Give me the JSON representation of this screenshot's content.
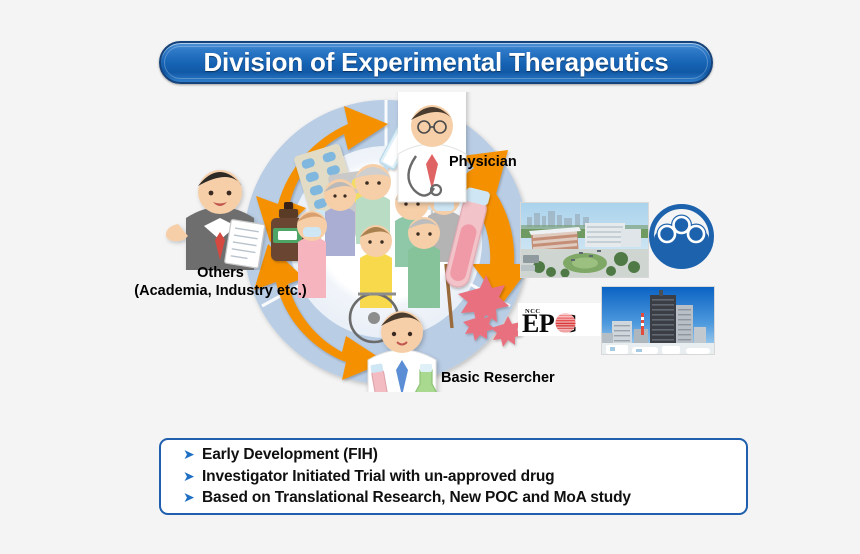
{
  "slide": {
    "background_color": "#f4f4f4",
    "title": "Division of Experimental Therapeutics",
    "title_banner_color": "#1663b4",
    "title_border_color": "#15427a",
    "title_text_color": "#ffffff"
  },
  "diagram": {
    "name": "translational-research-cycle",
    "ring_color": "#b9cde5",
    "ring_inner_color": "#ffffff",
    "arrow_color": "#f59105",
    "arrows": [
      {
        "name": "arrow-others-to-physician",
        "position": "top-left"
      },
      {
        "name": "arrow-physician-to-researcher",
        "position": "right"
      },
      {
        "name": "arrow-researcher-to-others",
        "position": "bottom-left"
      }
    ],
    "labels": {
      "physician": "Physician",
      "researcher": "Basic Resercher",
      "others_line1": "Others",
      "others_line2": "(Academia, Industry etc.)"
    },
    "center_illustration": "group-of-elderly-patients-with-wheelchair-iv-stands-blood-tube-and-virus-cells",
    "medicine_items": "pill-blister-packs-syringe-and-medicine-bottle"
  },
  "media": {
    "hospital_photo": {
      "name": "hospital-campus-aerial-photo",
      "alt": "Aerial view of hospital campus with blue sky and green trees"
    },
    "tower_photo": {
      "name": "research-tower-building-photo",
      "alt": "Tall dark high-rise building against deep blue sky"
    },
    "ncc_logo": {
      "name": "ncc-three-circle-logo",
      "color": "#1c62ad",
      "alt": "Blue circular logo with three interlocking rings"
    },
    "epoc_logo": {
      "name": "ncc-epoc-logo",
      "small_text": "NCC",
      "wordmark": "EP C",
      "letters": [
        "E",
        "P",
        "O",
        "C"
      ],
      "sun_color": "#e02020",
      "text_color": "#0a0a0a"
    }
  },
  "bullets": {
    "border_color": "#1f5fae",
    "marker_color": "#1f6fc4",
    "marker_glyph": "➤",
    "items": [
      "Early Development (FIH)",
      "Investigator Initiated Trial with un-approved drug",
      "Based on Translational Research, New POC and MoA study"
    ]
  }
}
